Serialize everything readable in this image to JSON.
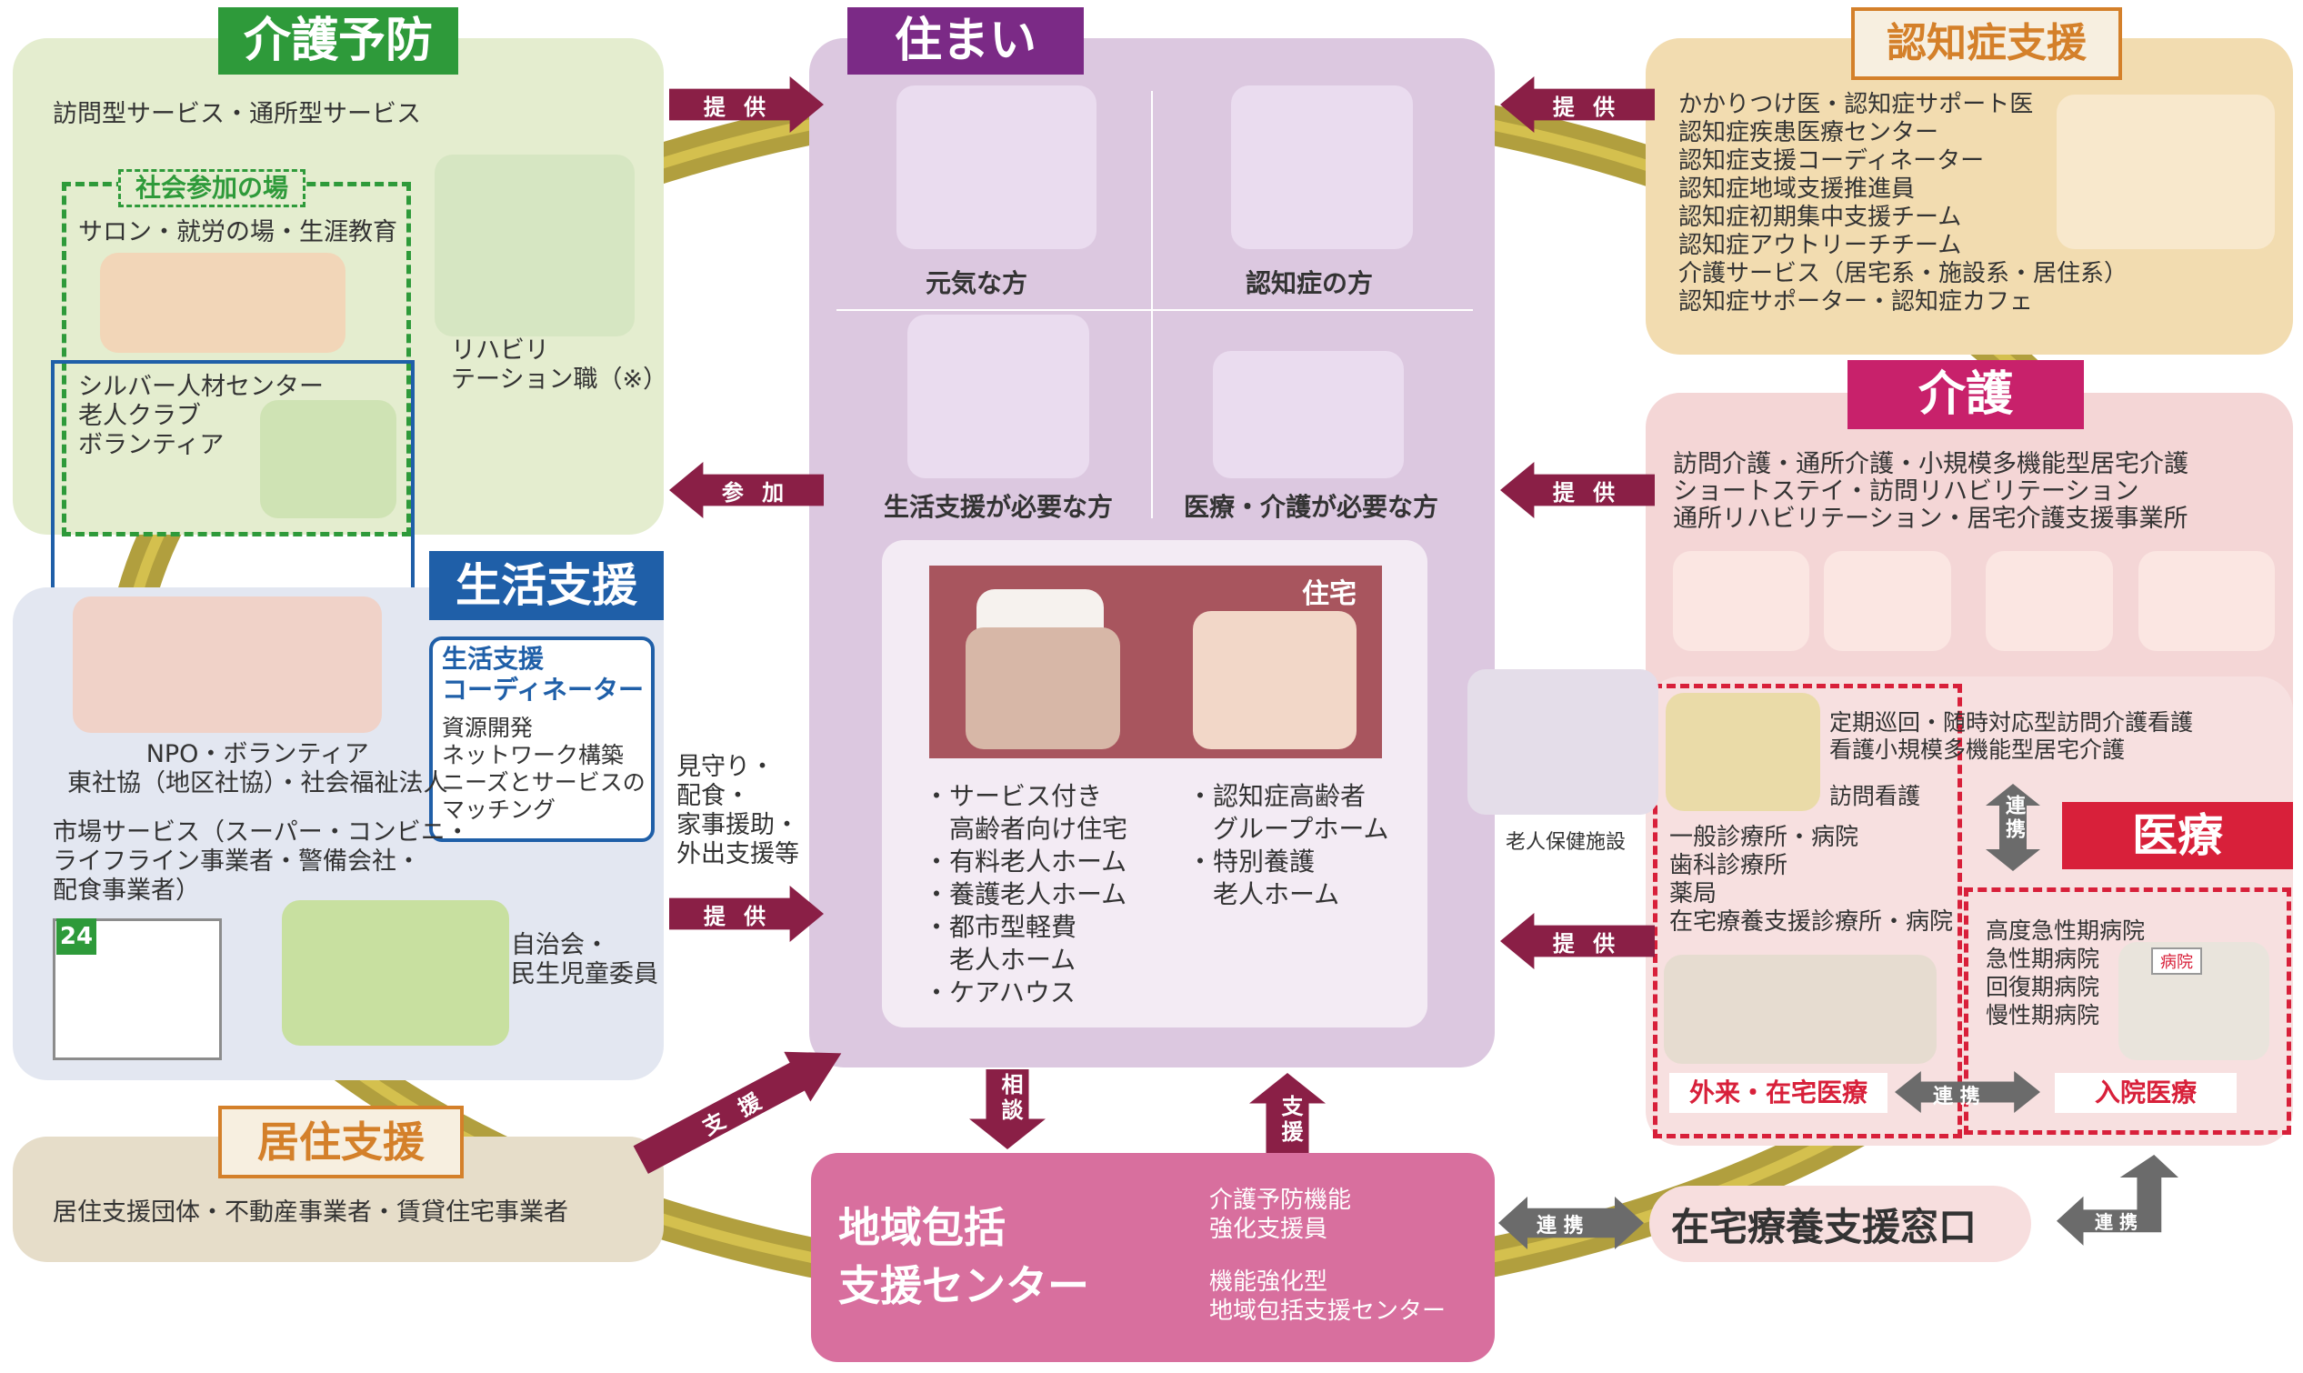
{
  "kaigo_yobou": {
    "title": "介護予防",
    "services": "訪問型サービス・通所型サービス",
    "shakai_sanka": "社会参加の場",
    "salon": "サロン・就労の場・生涯教育",
    "silver": "シルバー人材センター\n老人クラブ\nボランティア",
    "rehab": "リハビリ\nテーション職（※）"
  },
  "seikatsu_shien": {
    "title": "生活支援",
    "coord_title": "生活支援\nコーディネーター",
    "coord_items": "資源開発\nネットワーク構築\nニーズとサービスの\nマッチング",
    "npo": "NPO・ボランティア\n東社協（地区社協）・社会福祉法人",
    "market": "市場サービス（スーパー・コンビニ・\nライフライン事業者・警備会社・\n配食事業者）",
    "store_sign": "24",
    "jichikai": "自治会・\n民生児童委員",
    "mimamori": "見守り・\n配食・\n家事援助・\n外出支援等"
  },
  "kyojuu_shien": {
    "title": "居住支援",
    "items": "居住支援団体・不動産事業者・賃貸住宅事業者"
  },
  "sumai": {
    "title": "住まい",
    "genki": "元気な方",
    "ninchi": "認知症の方",
    "seikatsu": "生活支援が必要な方",
    "iryo_kaigo": "医療・介護が必要な方",
    "jutaku_label": "住宅",
    "list_left": "・サービス付き\n　高齢者向け住宅\n・有料老人ホーム\n・養護老人ホーム\n・都市型軽費\n　老人ホーム\n・ケアハウス",
    "list_right": "・認知症高齢者\n　グループホーム\n・特別養護\n　老人ホーム"
  },
  "ninchisho_shien": {
    "title": "認知症支援",
    "items": "かかりつけ医・認知症サポート医\n認知症疾患医療センター\n認知症支援コーディネーター\n認知症地域支援推進員\n認知症初期集中支援チーム\n認知症アウトリーチチーム\n介護サービス（居宅系・施設系・居住系）\n認知症サポーター・認知症カフェ"
  },
  "kaigo": {
    "title": "介護",
    "items": "訪問介護・通所介護・小規模多機能型居宅介護\nショートステイ・訪問リハビリテーション\n通所リハビリテーション・居宅介護支援事業所"
  },
  "zaitaku": {
    "teiki": "定期巡回・随時対応型訪問介護看護\n看護小規模多機能型居宅介護",
    "houmon_kango": "訪問看護",
    "clinics": "一般診療所・病院\n歯科診療所\n薬局\n在宅療養支援診療所・病院",
    "gairai": "外来・在宅医療",
    "renkei_mid": "連 携",
    "renkei_v": "連携"
  },
  "iryo": {
    "title": "医療",
    "hospitals": "高度急性期病院\n急性期病院\n回復期病院\n慢性期病院",
    "nyuin": "入院医療",
    "hospital_sign": "病院"
  },
  "rojin_hoken": "老人保健施設",
  "houkatsu": {
    "title": "地域包括\n支援センター",
    "sub1": "介護予防機能\n強化支援員",
    "sub2": "機能強化型\n地域包括支援センター"
  },
  "madoguchi": {
    "title": "在宅療養支援窓口"
  },
  "arrows": {
    "teikyo": "提 供",
    "sanka": "参 加",
    "shien": "支 援",
    "soudan": "相談",
    "shien_v": "支援",
    "renkei": "連 携"
  },
  "colors": {
    "maroon": "#8a1f46",
    "green_title": "#2e9a3a",
    "blue_title": "#1f5fa8",
    "purple_title": "#7b2a86",
    "pink_title": "#c8216b",
    "red_title": "#d8203a",
    "gold_title": "#d4802a",
    "olive_ring": "#b9a22a"
  }
}
